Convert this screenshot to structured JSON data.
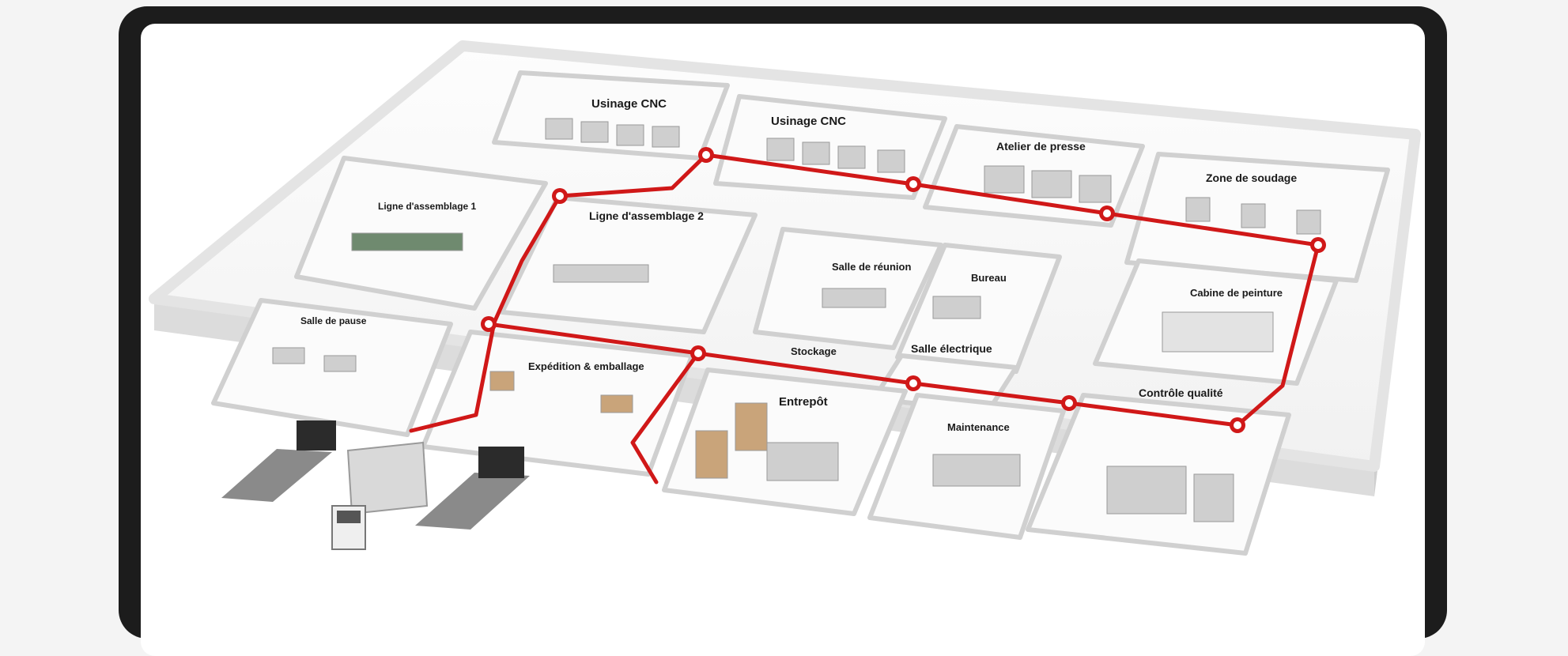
{
  "title": "",
  "zones": [
    {
      "id": "cnc1",
      "label": "Usinage CNC"
    },
    {
      "id": "cnc2",
      "label": "Usinage CNC"
    },
    {
      "id": "press",
      "label": "Atelier de presse"
    },
    {
      "id": "weld",
      "label": "Zone de soudage"
    },
    {
      "id": "line1",
      "label": "Ligne d'assemblage 1"
    },
    {
      "id": "line2",
      "label": "Ligne d'assemblage 2"
    },
    {
      "id": "meeting",
      "label": "Salle de réunion"
    },
    {
      "id": "office",
      "label": "Bureau"
    },
    {
      "id": "paint",
      "label": "Cabine de peinture"
    },
    {
      "id": "break",
      "label": "Salle de pause"
    },
    {
      "id": "shipping",
      "label": "Expédition & emballage"
    },
    {
      "id": "storage",
      "label": "Stockage"
    },
    {
      "id": "electrical",
      "label": "Salle électrique"
    },
    {
      "id": "warehouse",
      "label": "Entrepôt"
    },
    {
      "id": "maintenance",
      "label": "Maintenance"
    },
    {
      "id": "qc",
      "label": "Contrôle qualité"
    }
  ],
  "colors": {
    "route": "#d01818",
    "floor": "#fafafa",
    "wall": "#e7e7e7",
    "wall_side": "#cfcfcf",
    "frame": "#1c1c1c",
    "dock": "#2b2b2b",
    "ramp": "#8a8a8a"
  }
}
